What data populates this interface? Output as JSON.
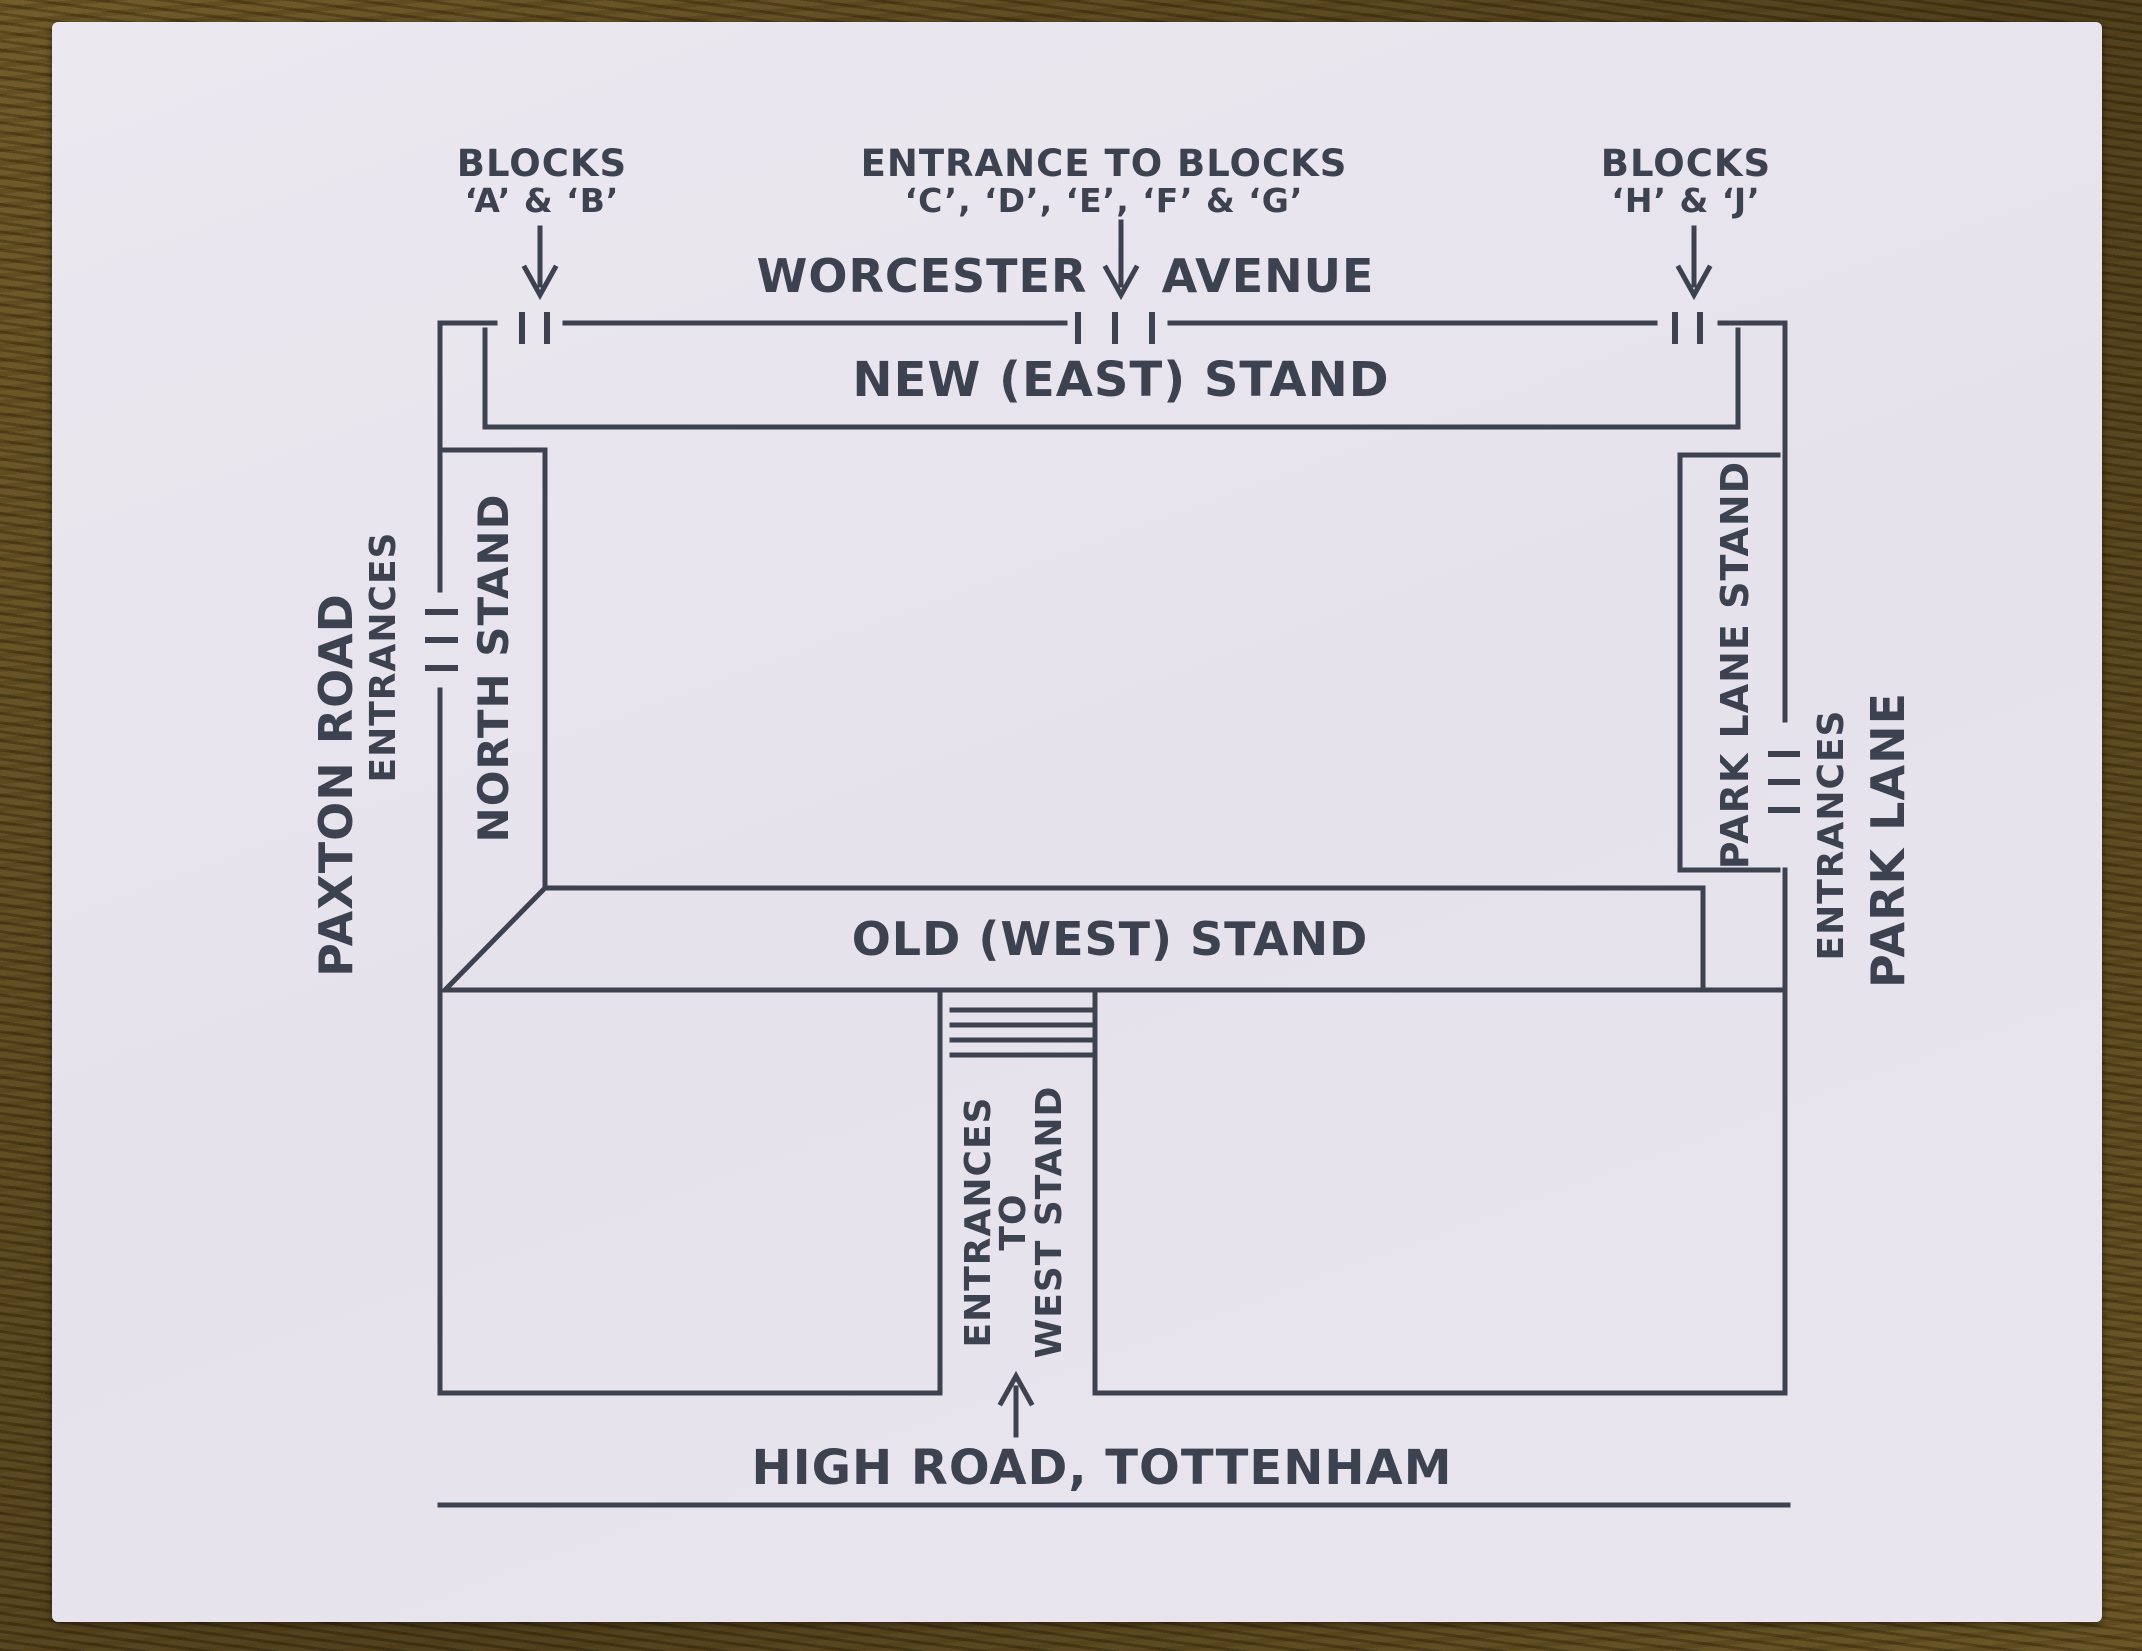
{
  "map": {
    "ink_color": "#3d4250",
    "paper_color": "#e8e4ed",
    "roads": {
      "worcester_part1": "WORCESTER",
      "worcester_part2": "AVENUE",
      "high_road": "HIGH ROAD, TOTTENHAM",
      "paxton_road": "PAXTON ROAD",
      "park_lane": "PARK LANE"
    },
    "stands": {
      "east": "NEW (EAST) STAND",
      "west": "OLD (WEST) STAND",
      "north": "NORTH STAND",
      "park_lane": "PARK LANE STAND"
    },
    "entrances": {
      "blocks_ab_line1": "BLOCKS",
      "blocks_ab_line2": "‘A’ & ‘B’",
      "blocks_cg_line1": "ENTRANCE TO BLOCKS",
      "blocks_cg_line2": "‘C’, ‘D’, ‘E’, ‘F’ & ‘G’",
      "blocks_hj_line1": "BLOCKS",
      "blocks_hj_line2": "‘H’ & ‘J’",
      "paxton": "ENTRANCES",
      "park_lane": "ENTRANCES",
      "west_line1": "ENTRANCES",
      "west_line2": "TO",
      "west_line3": "WEST STAND"
    },
    "icons": [
      "arrow-down-icon",
      "arrow-up-icon",
      "gate-marks-icon"
    ]
  }
}
